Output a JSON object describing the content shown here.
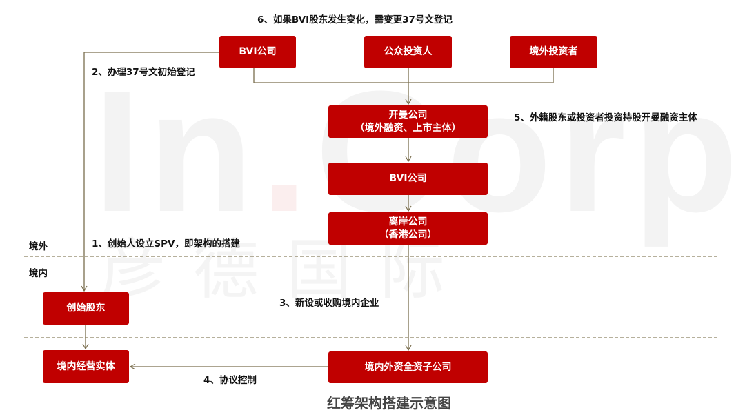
{
  "watermark": {
    "brand": "In.Corp",
    "cn": "彦德国际"
  },
  "boxes": {
    "bvi_top": "BVI公司",
    "public_investors": "公众投资人",
    "foreign_investors": "境外投资者",
    "cayman_line1": "开曼公司",
    "cayman_line2": "（境外融资、上市主体）",
    "bvi_mid": "BVI公司",
    "offshore_line1": "离岸公司",
    "offshore_line2": "（香港公司）",
    "founder_shareholders": "创始股东",
    "domestic_entity": "境内经营实体",
    "wfoe": "境内外资全资子公司"
  },
  "steps": {
    "step1": "1、创始人设立SPV，即架构的搭建",
    "step2": "2、办理37号文初始登记",
    "step3": "3、新设或收购境内企业",
    "step4": "4、协议控制",
    "step5": "5、外籍股东或投资者投资持股开曼融资主体",
    "step6": "6、如果BVI股东发生变化，需变更37号文登记"
  },
  "zones": {
    "offshore": "境外",
    "onshore": "境内"
  },
  "title": "红筹架构搭建示意图",
  "colors": {
    "box": "#c00000",
    "line": "#7a6e4e"
  }
}
